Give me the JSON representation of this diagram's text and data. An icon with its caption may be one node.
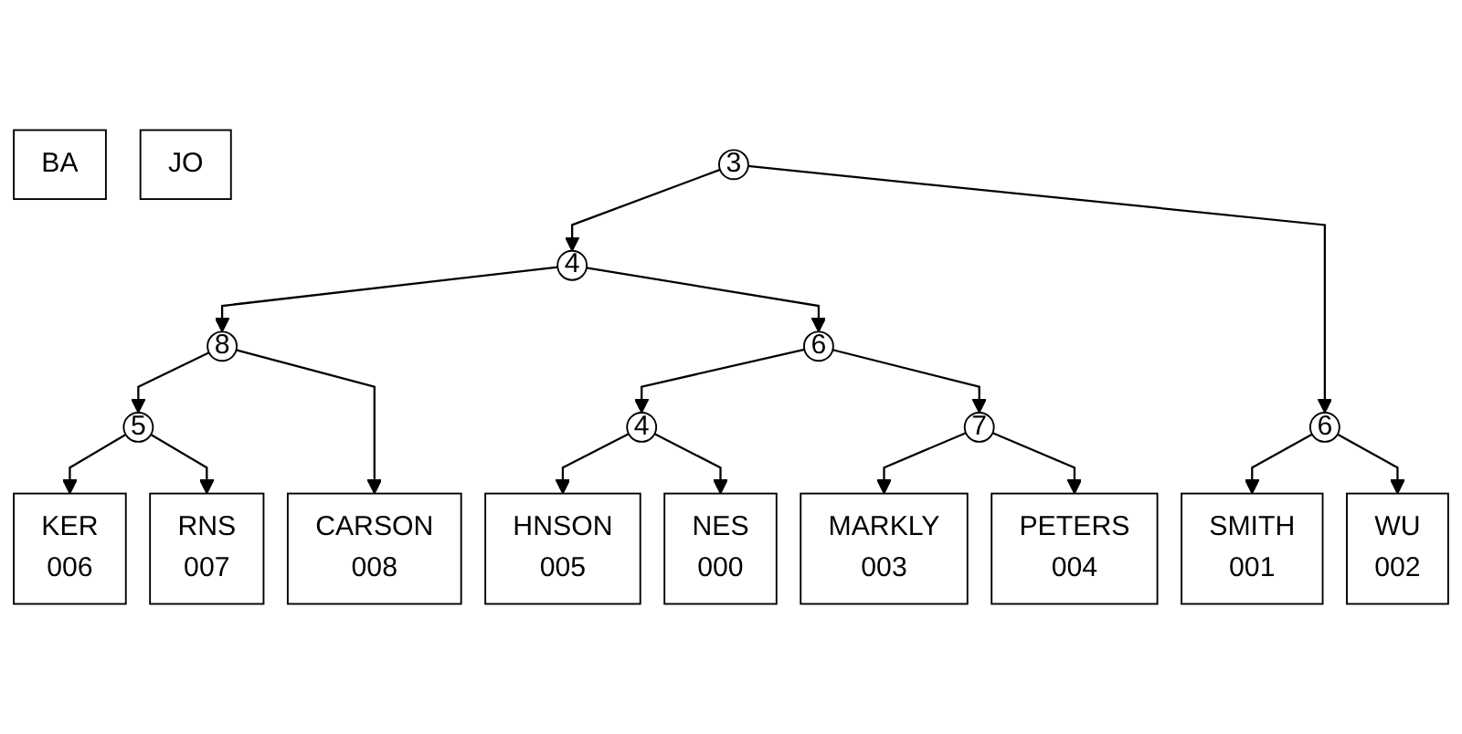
{
  "diagram": {
    "nodes": [
      {
        "text": [
          "3"
        ]
      },
      {
        "text": [
          "4"
        ]
      },
      {
        "text": [
          "8"
        ]
      },
      {
        "text": [
          "6"
        ]
      },
      {
        "text": [
          "BA"
        ]
      },
      {
        "text": [
          "5"
        ]
      },
      {
        "text": [
          "JO"
        ]
      },
      {
        "text": [
          "4"
        ]
      },
      {
        "text": [
          "7"
        ]
      },
      {
        "text": [
          "6"
        ]
      },
      {
        "text": [
          "KER",
          "006"
        ]
      },
      {
        "text": [
          "RNS",
          "007"
        ]
      },
      {
        "text": [
          "CARSON",
          "008"
        ]
      },
      {
        "text": [
          "HNSON",
          "005"
        ]
      },
      {
        "text": [
          "NES",
          "000"
        ]
      },
      {
        "text": [
          "MARKLY",
          "003"
        ]
      },
      {
        "text": [
          "PETERS",
          "004"
        ]
      },
      {
        "text": [
          "SMITH",
          "001"
        ]
      },
      {
        "text": [
          "WU",
          "002"
        ]
      }
    ],
    "edges": [
      {
        "from": 0,
        "to": 1,
        "arrow": "to"
      },
      {
        "from": 0,
        "to": 9,
        "arrow": "to"
      },
      {
        "from": 1,
        "to": 2,
        "arrow": "to"
      },
      {
        "from": 1,
        "to": 3,
        "arrow": "to"
      },
      {
        "from": 2,
        "to": 5,
        "arrow": "to"
      },
      {
        "from": 2,
        "to": 12,
        "arrow": "to"
      },
      {
        "from": 3,
        "to": 7,
        "arrow": "to"
      },
      {
        "from": 3,
        "to": 8,
        "arrow": "to"
      },
      {
        "from": 5,
        "to": 10,
        "arrow": "to"
      },
      {
        "from": 5,
        "to": 11,
        "arrow": "to"
      },
      {
        "from": 7,
        "to": 13,
        "arrow": "to"
      },
      {
        "from": 7,
        "to": 14,
        "arrow": "to"
      },
      {
        "from": 8,
        "to": 15,
        "arrow": "to"
      },
      {
        "from": 8,
        "to": 16,
        "arrow": "to"
      },
      {
        "from": 9,
        "to": 17,
        "arrow": "to"
      },
      {
        "from": 9,
        "to": 18,
        "arrow": "to"
      }
    ]
  }
}
